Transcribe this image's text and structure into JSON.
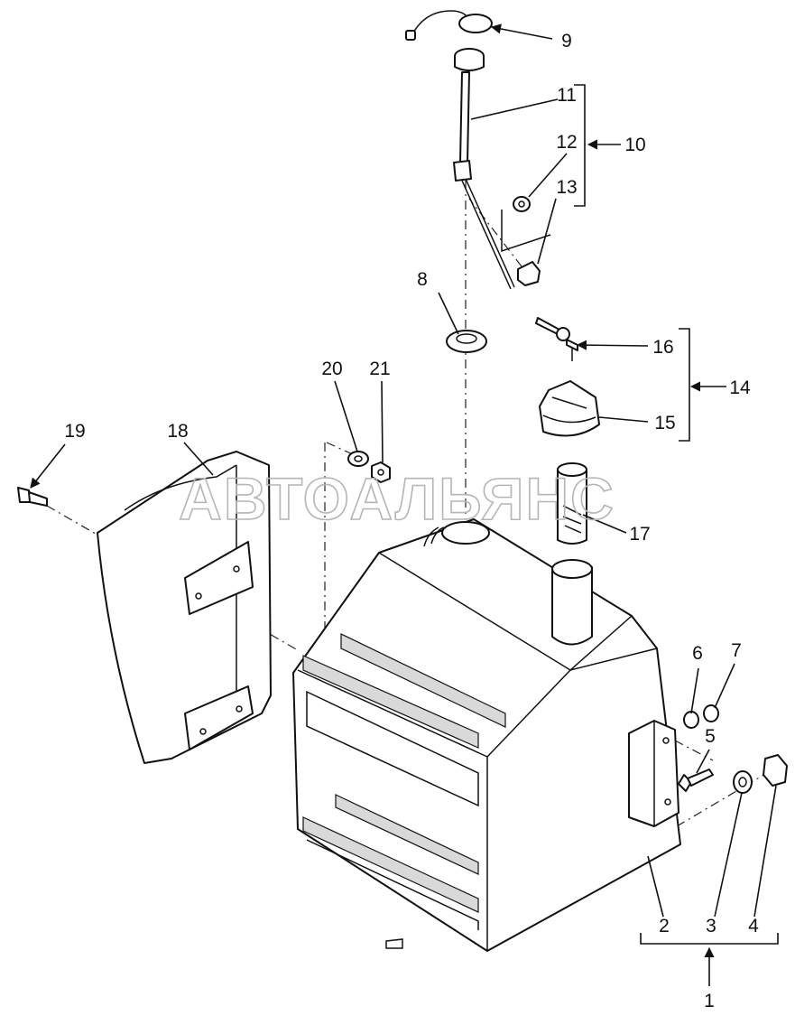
{
  "watermark": "АВТОАЛЬЯНС",
  "callouts": [
    "1",
    "2",
    "3",
    "4",
    "5",
    "6",
    "7",
    "8",
    "9",
    "10",
    "11",
    "12",
    "13",
    "14",
    "15",
    "16",
    "17",
    "18",
    "19",
    "20",
    "21"
  ],
  "colors": {
    "ink": "#111111",
    "paper": "#ffffff",
    "watermark": "#b5b5b5"
  }
}
